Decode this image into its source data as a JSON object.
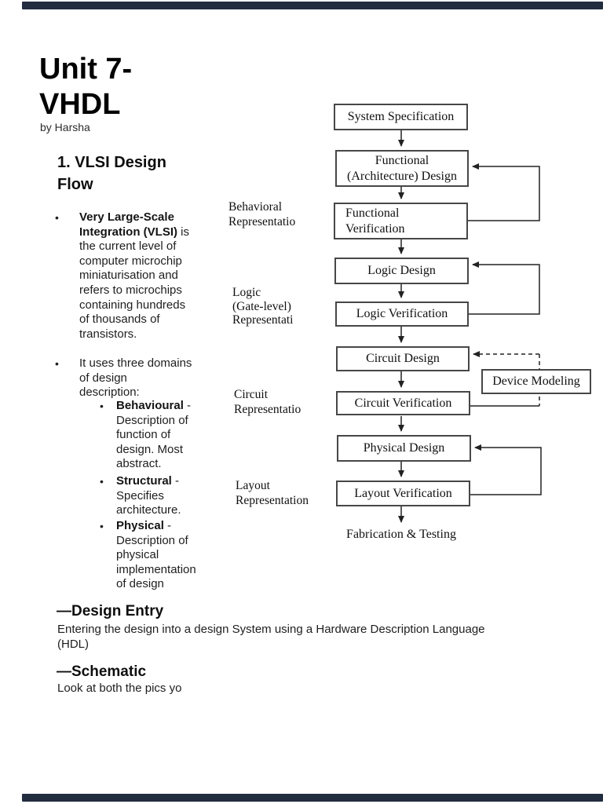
{
  "chrome": {
    "top_bar_color": "#232d40",
    "bottom_bar_color": "#232d40"
  },
  "bullet_char": "•",
  "header": {
    "title_line1": "Unit 7-",
    "title_line2": "VHDL",
    "byline": "by Harsha"
  },
  "section_vlsi": {
    "heading_line1": "1. VLSI Design",
    "heading_line2": "Flow",
    "bullet1_lines": [
      {
        "bold": "Very Large-Scale",
        "text": ""
      },
      {
        "bold": "Integration (VLSI)",
        "text": " is"
      },
      "the current level of",
      "computer microchip",
      "miniaturisation and",
      "refers to microchips",
      "containing hundreds",
      "of thousands of",
      "transistors."
    ],
    "bullet2_lines": [
      "It uses three domains",
      "of design",
      "description:"
    ],
    "sub_bullet1_lines": [
      {
        "bold": "Behavioural",
        "text": " -"
      },
      "Description of",
      "function of",
      "design. Most",
      "abstract."
    ],
    "sub_bullet2_lines": [
      {
        "bold": "Structural",
        "text": " -"
      },
      "Specifies",
      "architecture."
    ],
    "sub_bullet3_lines": [
      {
        "bold": "Physical",
        "text": " -"
      },
      "Description of",
      "physical",
      "implementation",
      "of design"
    ]
  },
  "diagram": {
    "boxes": {
      "system_specification": {
        "line1": "System Specification"
      },
      "functional_design": {
        "line1": "Functional",
        "line2": "(Architecture) Design"
      },
      "functional_verification": {
        "line1": "Functional",
        "line2": "Verification"
      },
      "logic_design": {
        "line1": "Logic Design"
      },
      "logic_verification": {
        "line1": "Logic Verification"
      },
      "circuit_design": {
        "line1": "Circuit Design"
      },
      "device_modeling": {
        "line1": "Device Modeling"
      },
      "circuit_verification": {
        "line1": "Circuit Verification"
      },
      "physical_design": {
        "line1": "Physical Design"
      },
      "layout_verification": {
        "line1": "Layout Verification"
      }
    },
    "side_labels": {
      "behavioral": [
        "Behavioral",
        "Representatio"
      ],
      "logic": [
        "Logic",
        "(Gate-level)",
        "Representati"
      ],
      "circuit": [
        "Circuit",
        "Representatio"
      ],
      "layout": [
        "Layout",
        "Representation"
      ]
    },
    "terminal_label": "Fabrication & Testing"
  },
  "section_design_entry": {
    "heading": "—Design Entry",
    "body_lines": [
      "Entering the design into a design System using a Hardware Description Language",
      "(HDL)"
    ]
  },
  "section_schematic": {
    "heading": "—Schematic",
    "body_lines": [
      "Look at both the pics yo"
    ]
  }
}
